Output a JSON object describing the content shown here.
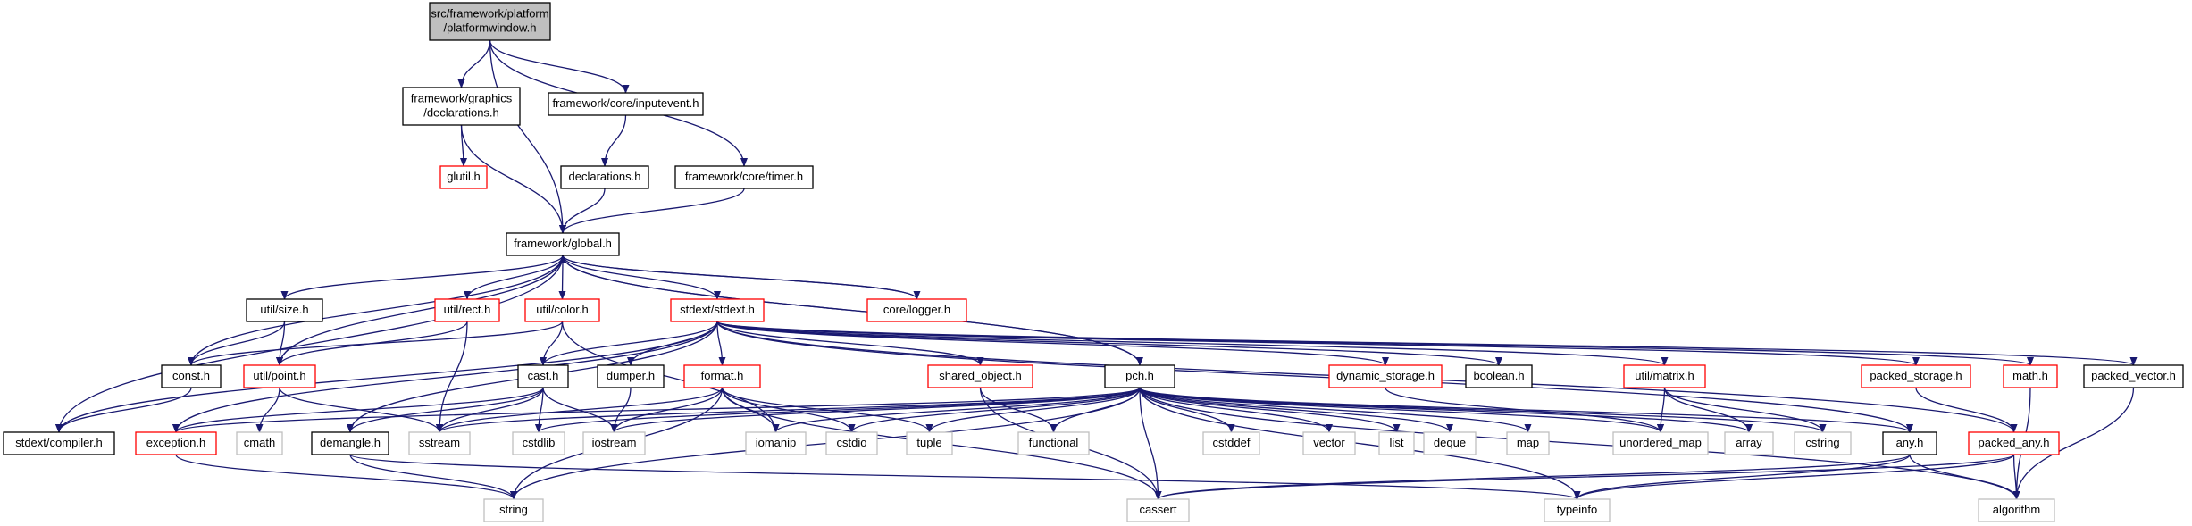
{
  "colors": {
    "edge": "#191970",
    "normal_border": "#000000",
    "incomplete_border": "#ff0000",
    "system_border": "#bfbfbf",
    "focus_fill": "#bfbfbf",
    "system_text": "#404040"
  },
  "nodes": [
    {
      "id": "platformwindow",
      "lines": [
        "src/framework/platform",
        "/platformwindow.h"
      ],
      "kind": "focus"
    },
    {
      "id": "graphics_decl",
      "lines": [
        "framework/graphics",
        "/declarations.h"
      ],
      "kind": "normal"
    },
    {
      "id": "inputevent",
      "lines": [
        "framework/core/inputevent.h"
      ],
      "kind": "normal"
    },
    {
      "id": "glutil",
      "lines": [
        "glutil.h"
      ],
      "kind": "incomplete"
    },
    {
      "id": "declarations",
      "lines": [
        "declarations.h"
      ],
      "kind": "normal"
    },
    {
      "id": "timer",
      "lines": [
        "framework/core/timer.h"
      ],
      "kind": "normal"
    },
    {
      "id": "global",
      "lines": [
        "framework/global.h"
      ],
      "kind": "normal"
    },
    {
      "id": "size",
      "lines": [
        "util/size.h"
      ],
      "kind": "normal"
    },
    {
      "id": "rect",
      "lines": [
        "util/rect.h"
      ],
      "kind": "incomplete"
    },
    {
      "id": "color",
      "lines": [
        "util/color.h"
      ],
      "kind": "incomplete"
    },
    {
      "id": "stdext",
      "lines": [
        "stdext/stdext.h"
      ],
      "kind": "incomplete"
    },
    {
      "id": "logger",
      "lines": [
        "core/logger.h"
      ],
      "kind": "incomplete"
    },
    {
      "id": "const",
      "lines": [
        "const.h"
      ],
      "kind": "normal"
    },
    {
      "id": "point",
      "lines": [
        "util/point.h"
      ],
      "kind": "incomplete"
    },
    {
      "id": "cast",
      "lines": [
        "cast.h"
      ],
      "kind": "normal"
    },
    {
      "id": "dumper",
      "lines": [
        "dumper.h"
      ],
      "kind": "normal"
    },
    {
      "id": "format",
      "lines": [
        "format.h"
      ],
      "kind": "incomplete"
    },
    {
      "id": "shared_object",
      "lines": [
        "shared_object.h"
      ],
      "kind": "incomplete"
    },
    {
      "id": "pch",
      "lines": [
        "pch.h"
      ],
      "kind": "normal"
    },
    {
      "id": "dynamic_storage",
      "lines": [
        "dynamic_storage.h"
      ],
      "kind": "incomplete"
    },
    {
      "id": "boolean",
      "lines": [
        "boolean.h"
      ],
      "kind": "normal"
    },
    {
      "id": "matrix",
      "lines": [
        "util/matrix.h"
      ],
      "kind": "incomplete"
    },
    {
      "id": "packed_storage",
      "lines": [
        "packed_storage.h"
      ],
      "kind": "incomplete"
    },
    {
      "id": "math",
      "lines": [
        "math.h"
      ],
      "kind": "incomplete"
    },
    {
      "id": "packed_vector",
      "lines": [
        "packed_vector.h"
      ],
      "kind": "normal"
    },
    {
      "id": "compiler",
      "lines": [
        "stdext/compiler.h"
      ],
      "kind": "normal"
    },
    {
      "id": "exception",
      "lines": [
        "exception.h"
      ],
      "kind": "incomplete"
    },
    {
      "id": "cmath",
      "lines": [
        "cmath"
      ],
      "kind": "system"
    },
    {
      "id": "demangle",
      "lines": [
        "demangle.h"
      ],
      "kind": "normal"
    },
    {
      "id": "sstream",
      "lines": [
        "sstream"
      ],
      "kind": "system"
    },
    {
      "id": "cstdlib",
      "lines": [
        "cstdlib"
      ],
      "kind": "system"
    },
    {
      "id": "iostream",
      "lines": [
        "iostream"
      ],
      "kind": "system"
    },
    {
      "id": "iomanip",
      "lines": [
        "iomanip"
      ],
      "kind": "system"
    },
    {
      "id": "cstdio",
      "lines": [
        "cstdio"
      ],
      "kind": "system"
    },
    {
      "id": "tuple",
      "lines": [
        "tuple"
      ],
      "kind": "system"
    },
    {
      "id": "functional",
      "lines": [
        "functional"
      ],
      "kind": "system"
    },
    {
      "id": "cstddef",
      "lines": [
        "cstddef"
      ],
      "kind": "system"
    },
    {
      "id": "vector",
      "lines": [
        "vector"
      ],
      "kind": "system"
    },
    {
      "id": "list",
      "lines": [
        "list"
      ],
      "kind": "system"
    },
    {
      "id": "deque",
      "lines": [
        "deque"
      ],
      "kind": "system"
    },
    {
      "id": "map",
      "lines": [
        "map"
      ],
      "kind": "system"
    },
    {
      "id": "unordered_map",
      "lines": [
        "unordered_map"
      ],
      "kind": "system"
    },
    {
      "id": "array",
      "lines": [
        "array"
      ],
      "kind": "system"
    },
    {
      "id": "cstring",
      "lines": [
        "cstring"
      ],
      "kind": "system"
    },
    {
      "id": "any",
      "lines": [
        "any.h"
      ],
      "kind": "normal"
    },
    {
      "id": "packed_any",
      "lines": [
        "packed_any.h"
      ],
      "kind": "incomplete"
    },
    {
      "id": "string",
      "lines": [
        "string"
      ],
      "kind": "system"
    },
    {
      "id": "cassert",
      "lines": [
        "cassert"
      ],
      "kind": "system"
    },
    {
      "id": "typeinfo",
      "lines": [
        "typeinfo"
      ],
      "kind": "system"
    },
    {
      "id": "algorithm",
      "lines": [
        "algorithm"
      ],
      "kind": "system"
    }
  ],
  "edges": [
    [
      "platformwindow",
      "graphics_decl"
    ],
    [
      "platformwindow",
      "inputevent"
    ],
    [
      "platformwindow",
      "timer"
    ],
    [
      "platformwindow",
      "global"
    ],
    [
      "graphics_decl",
      "glutil"
    ],
    [
      "graphics_decl",
      "global"
    ],
    [
      "inputevent",
      "declarations"
    ],
    [
      "declarations",
      "global"
    ],
    [
      "timer",
      "global"
    ],
    [
      "global",
      "size"
    ],
    [
      "global",
      "rect"
    ],
    [
      "global",
      "color"
    ],
    [
      "global",
      "stdext"
    ],
    [
      "global",
      "logger"
    ],
    [
      "global",
      "const"
    ],
    [
      "global",
      "compiler"
    ],
    [
      "global",
      "point"
    ],
    [
      "global",
      "pch"
    ],
    [
      "logger",
      "global"
    ],
    [
      "pch",
      "global"
    ],
    [
      "size",
      "const"
    ],
    [
      "size",
      "point"
    ],
    [
      "rect",
      "point"
    ],
    [
      "rect",
      "sstream"
    ],
    [
      "color",
      "const"
    ],
    [
      "color",
      "cast"
    ],
    [
      "color",
      "iomanip"
    ],
    [
      "const",
      "compiler"
    ],
    [
      "point",
      "cmath"
    ],
    [
      "point",
      "sstream"
    ],
    [
      "stdext",
      "compiler"
    ],
    [
      "stdext",
      "cast"
    ],
    [
      "stdext",
      "dumper"
    ],
    [
      "stdext",
      "format"
    ],
    [
      "stdext",
      "shared_object"
    ],
    [
      "stdext",
      "dynamic_storage"
    ],
    [
      "stdext",
      "boolean"
    ],
    [
      "stdext",
      "matrix"
    ],
    [
      "stdext",
      "packed_storage"
    ],
    [
      "stdext",
      "math"
    ],
    [
      "stdext",
      "packed_vector"
    ],
    [
      "stdext",
      "exception"
    ],
    [
      "stdext",
      "demangle"
    ],
    [
      "stdext",
      "any"
    ],
    [
      "stdext",
      "packed_any"
    ],
    [
      "cast",
      "exception"
    ],
    [
      "cast",
      "demangle"
    ],
    [
      "cast",
      "sstream"
    ],
    [
      "cast",
      "cstdlib"
    ],
    [
      "cast",
      "iostream"
    ],
    [
      "dumper",
      "iostream"
    ],
    [
      "format",
      "sstream"
    ],
    [
      "format",
      "iostream"
    ],
    [
      "format",
      "iomanip"
    ],
    [
      "format",
      "cstdio"
    ],
    [
      "format",
      "tuple"
    ],
    [
      "format",
      "string"
    ],
    [
      "format",
      "cassert"
    ],
    [
      "shared_object",
      "functional"
    ],
    [
      "shared_object",
      "cassert"
    ],
    [
      "pch",
      "exception"
    ],
    [
      "pch",
      "sstream"
    ],
    [
      "pch",
      "cstdlib"
    ],
    [
      "pch",
      "iostream"
    ],
    [
      "pch",
      "iomanip"
    ],
    [
      "pch",
      "cstdio"
    ],
    [
      "pch",
      "tuple"
    ],
    [
      "pch",
      "functional"
    ],
    [
      "pch",
      "cstddef"
    ],
    [
      "pch",
      "vector"
    ],
    [
      "pch",
      "list"
    ],
    [
      "pch",
      "deque"
    ],
    [
      "pch",
      "map"
    ],
    [
      "pch",
      "unordered_map"
    ],
    [
      "pch",
      "array"
    ],
    [
      "pch",
      "cstring"
    ],
    [
      "pch",
      "string"
    ],
    [
      "pch",
      "cassert"
    ],
    [
      "pch",
      "typeinfo"
    ],
    [
      "pch",
      "algorithm"
    ],
    [
      "pch",
      "any"
    ],
    [
      "dynamic_storage",
      "unordered_map"
    ],
    [
      "matrix",
      "array"
    ],
    [
      "matrix",
      "cstring"
    ],
    [
      "matrix",
      "unordered_map"
    ],
    [
      "packed_storage",
      "packed_any"
    ],
    [
      "math",
      "algorithm"
    ],
    [
      "packed_vector",
      "algorithm"
    ],
    [
      "exception",
      "string"
    ],
    [
      "demangle",
      "string"
    ],
    [
      "demangle",
      "typeinfo"
    ],
    [
      "any",
      "algorithm"
    ],
    [
      "any",
      "cassert"
    ],
    [
      "any",
      "typeinfo"
    ],
    [
      "packed_any",
      "algorithm"
    ],
    [
      "packed_any",
      "cassert"
    ],
    [
      "packed_any",
      "typeinfo"
    ]
  ]
}
